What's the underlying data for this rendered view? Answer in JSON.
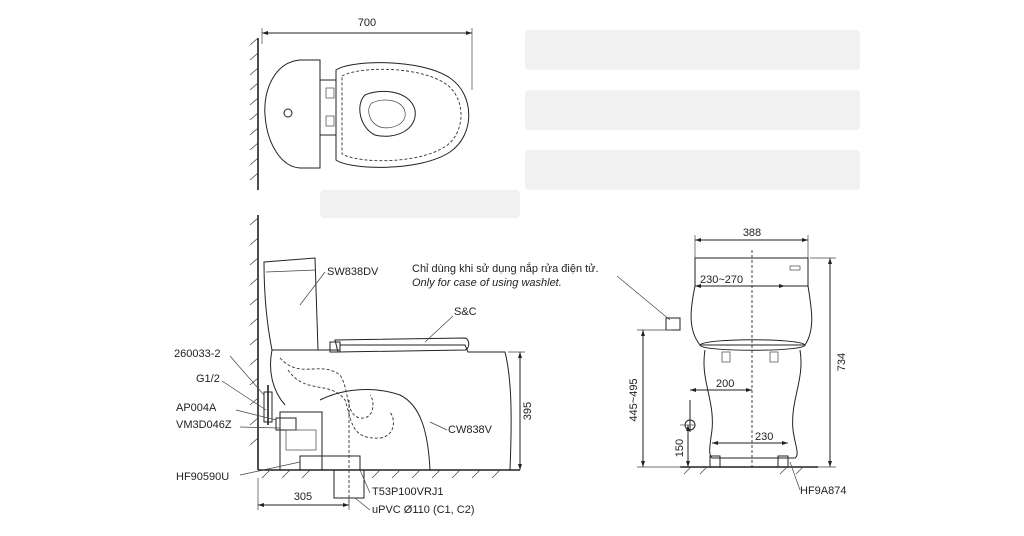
{
  "top_view": {
    "width_dim": "700"
  },
  "side_view": {
    "tank_model": "SW838DV",
    "seat_model": "S&C",
    "bowl_model": "CW838V",
    "height_dim": "395",
    "offset_dim": "305",
    "part_valve": "260033-2",
    "part_thread": "G1/2",
    "part_ap": "AP004A",
    "part_vm": "VM3D046Z",
    "part_hf": "HF90590U",
    "part_t53": "T53P100VRJ1",
    "part_upvc": "uPVC Ø110 (C1, C2)"
  },
  "note": {
    "vi": "Chỉ dùng khi sử dụng nắp rửa điện tử.",
    "en": "Only for case of using washlet."
  },
  "front_view": {
    "width_dim": "388",
    "range_dim": "230~270",
    "total_height_dim": "734",
    "supply_height_dim": "445~495",
    "dim_200": "200",
    "dim_230": "230",
    "dim_150": "150",
    "foot_part": "HF9A874"
  },
  "colors": {
    "line": "#222222",
    "background": "#ffffff"
  }
}
